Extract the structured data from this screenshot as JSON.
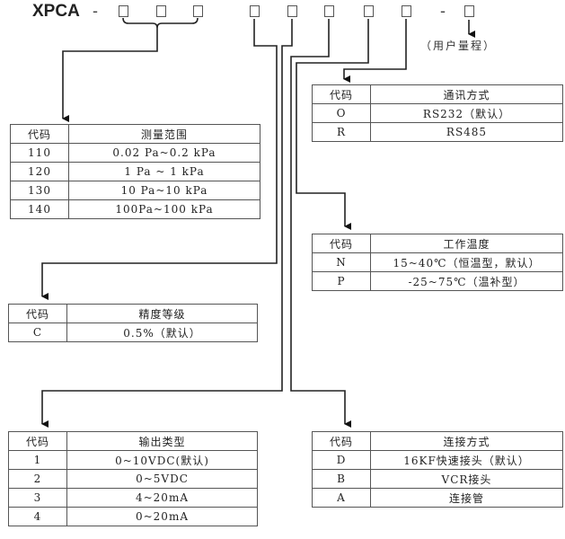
{
  "model": {
    "prefix": "XPCA",
    "dash": "-",
    "slot": "□"
  },
  "user_range_note": "（用户量程）",
  "tables": {
    "range": {
      "headers": [
        "代码",
        "测量范围"
      ],
      "rows": [
        [
          "110",
          "0.02 Pa~0.2 kPa"
        ],
        [
          "120",
          "1 Pa ~ 1 kPa"
        ],
        [
          "130",
          "10 Pa~10 kPa"
        ],
        [
          "140",
          "100Pa~100 kPa"
        ]
      ]
    },
    "comm": {
      "headers": [
        "代码",
        "通讯方式"
      ],
      "rows": [
        [
          "O",
          "RS232（默认）"
        ],
        [
          "R",
          "RS485"
        ]
      ]
    },
    "temp": {
      "headers": [
        "代码",
        "工作温度"
      ],
      "rows": [
        [
          "N",
          "15~40℃（恒温型，默认）"
        ],
        [
          "P",
          "-25~75℃（温补型）"
        ]
      ]
    },
    "accuracy": {
      "headers": [
        "代码",
        "精度等级"
      ],
      "rows": [
        [
          "C",
          "0.5%（默认）"
        ]
      ]
    },
    "output": {
      "headers": [
        "代码",
        "输出类型"
      ],
      "rows": [
        [
          "1",
          "0~10VDC(默认)"
        ],
        [
          "2",
          "0~5VDC"
        ],
        [
          "3",
          "4~20mA"
        ],
        [
          "4",
          "0~20mA"
        ]
      ]
    },
    "connection": {
      "headers": [
        "代码",
        "连接方式"
      ],
      "rows": [
        [
          "D",
          "16KF快速接头（默认）"
        ],
        [
          "B",
          "VCR接头"
        ],
        [
          "A",
          "连接管"
        ]
      ]
    }
  }
}
